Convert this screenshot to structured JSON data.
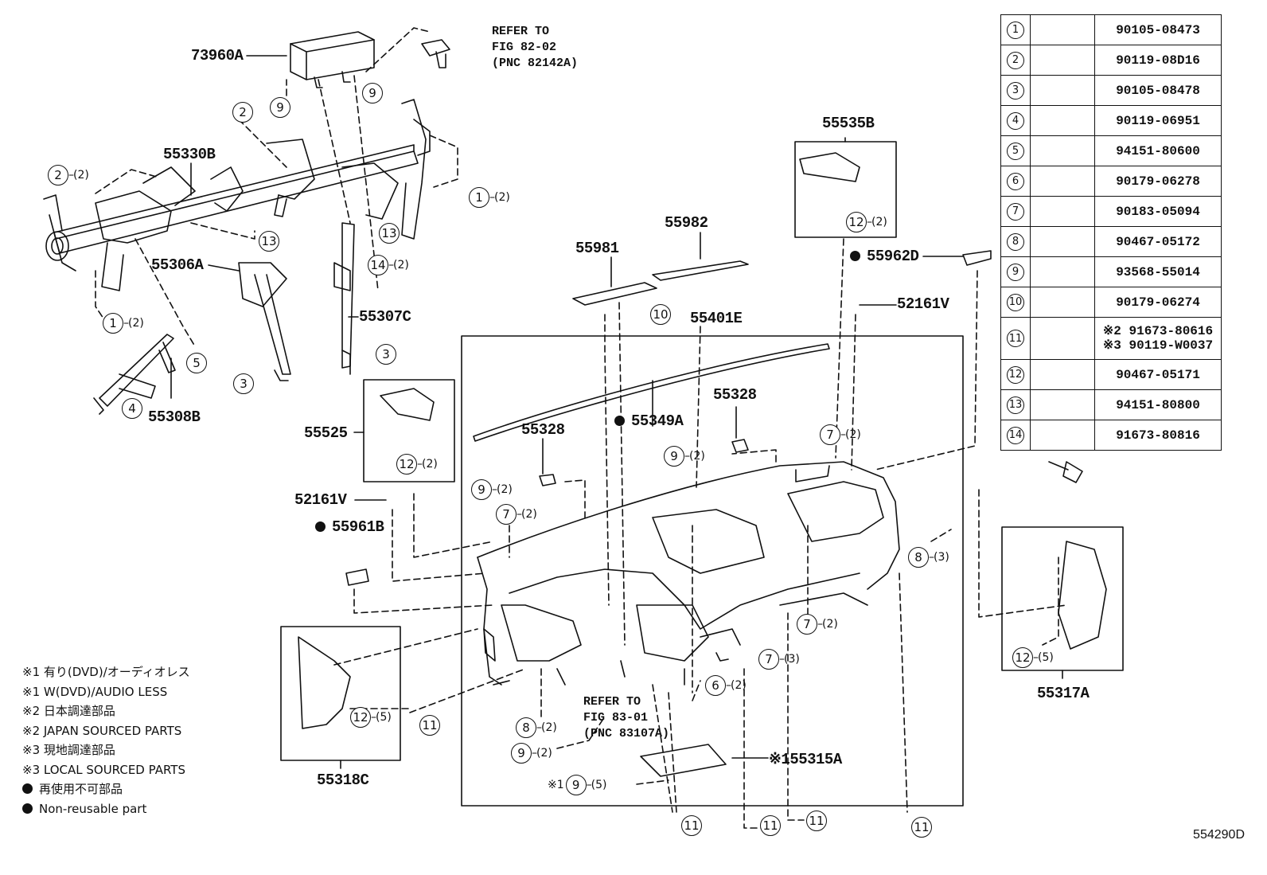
{
  "diagram_code": "554290D",
  "part_labels": {
    "p73960A": "73960A",
    "p55330B": "55330B",
    "p55306A": "55306A",
    "p55307C": "55307C",
    "p55308B": "55308B",
    "p55525": "55525",
    "p52161V_left": "52161V",
    "p55961B": "55961B",
    "p55981": "55981",
    "p55982": "55982",
    "p55401E": "55401E",
    "p55349A": "55349A",
    "p55328_a": "55328",
    "p55328_b": "55328",
    "p55535B": "55535B",
    "p55962D": "55962D",
    "p52161V_right": "52161V",
    "p55317A": "55317A",
    "p55318C": "55318C",
    "p55315A": "55315A"
  },
  "refs": {
    "top": "REFER TO\nFIG 82-02\n(PNC 82142A)",
    "bottom": "REFER TO\nFIG 83-01\n(PNC 83107A)"
  },
  "callouts": {
    "c2_2": {
      "n": "2",
      "q": "(2)"
    },
    "c2": {
      "n": "2",
      "q": ""
    },
    "c9_a": {
      "n": "9",
      "q": ""
    },
    "c9_b": {
      "n": "9",
      "q": ""
    },
    "c1_r": {
      "n": "1",
      "q": "(2)"
    },
    "c13_a": {
      "n": "13",
      "q": ""
    },
    "c13_b": {
      "n": "13",
      "q": ""
    },
    "c14": {
      "n": "14",
      "q": "(2)"
    },
    "c1_l": {
      "n": "1",
      "q": "(2)"
    },
    "c5": {
      "n": "5",
      "q": ""
    },
    "c4": {
      "n": "4",
      "q": ""
    },
    "c3_a": {
      "n": "3",
      "q": ""
    },
    "c3_b": {
      "n": "3",
      "q": ""
    },
    "c10": {
      "n": "10",
      "q": ""
    },
    "c12_55525": {
      "n": "12",
      "q": "(2)"
    },
    "c12_55535": {
      "n": "12",
      "q": "(2)"
    },
    "c9_2a": {
      "n": "9",
      "q": "(2)"
    },
    "c9_2b": {
      "n": "9",
      "q": "(2)"
    },
    "c7_2a": {
      "n": "7",
      "q": "(2)"
    },
    "c7_2b": {
      "n": "7",
      "q": "(2)"
    },
    "c7_2c": {
      "n": "7",
      "q": "(2)"
    },
    "c7_3": {
      "n": "7",
      "q": "(3)"
    },
    "c8_3": {
      "n": "8",
      "q": "(3)"
    },
    "c6_2": {
      "n": "6",
      "q": "(2)"
    },
    "c12_5a": {
      "n": "12",
      "q": "(5)"
    },
    "c12_5b": {
      "n": "12",
      "q": "(5)"
    },
    "c8_2": {
      "n": "8",
      "q": "(2)"
    },
    "c9_2c": {
      "n": "9",
      "q": "(2)"
    },
    "c9_5": {
      "pre": "※1",
      "n": "9",
      "q": "(5)"
    },
    "c11_a": {
      "n": "11",
      "q": ""
    },
    "c11_b": {
      "n": "11",
      "q": ""
    },
    "c11_c": {
      "n": "11",
      "q": ""
    },
    "c11_d": {
      "n": "11",
      "q": ""
    },
    "c11_e": {
      "n": "11",
      "q": ""
    }
  },
  "fasteners": [
    {
      "n": "1",
      "part": "90105-08473"
    },
    {
      "n": "2",
      "part": "90119-08D16"
    },
    {
      "n": "3",
      "part": "90105-08478"
    },
    {
      "n": "4",
      "part": "90119-06951"
    },
    {
      "n": "5",
      "part": "94151-80600"
    },
    {
      "n": "6",
      "part": "90179-06278"
    },
    {
      "n": "7",
      "part": "90183-05094"
    },
    {
      "n": "8",
      "part": "90467-05172"
    },
    {
      "n": "9",
      "part": "93568-55014"
    },
    {
      "n": "10",
      "part": "90179-06274"
    },
    {
      "n": "11",
      "part": "※2 91673-80616",
      "part2": "※3 90119-W0037"
    },
    {
      "n": "12",
      "part": "90467-05171"
    },
    {
      "n": "13",
      "part": "94151-80800"
    },
    {
      "n": "14",
      "part": "91673-80816"
    }
  ],
  "legend": [
    "※1 有り(DVD)/オーディオレス",
    "※1 W(DVD)/AUDIO LESS",
    "※2 日本調達部品",
    "※2 JAPAN SOURCED PARTS",
    "※3 現地調達部品",
    "※3 LOCAL SOURCED PARTS",
    "再使用不可部品",
    "Non-reusable part"
  ],
  "markers": {
    "non_reusable_prefix": "●",
    "s1": "※1"
  }
}
